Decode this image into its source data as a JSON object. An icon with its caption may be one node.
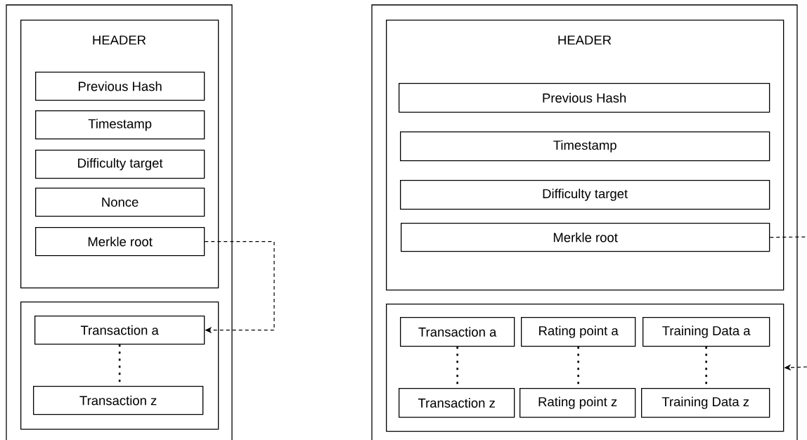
{
  "diagram": {
    "nodes": [
      {
        "text": [],
        "shape": "box"
      },
      {
        "text": [
          "HEADER"
        ],
        "in": 0
      },
      {
        "text": [
          "Previous Hash"
        ],
        "in": 1
      },
      {
        "text": [
          "Timestamp"
        ],
        "in": 1
      },
      {
        "text": [
          "Difficulty target"
        ],
        "in": 1
      },
      {
        "text": [
          "Nonce"
        ],
        "in": 1
      },
      {
        "text": [
          "Merkle root"
        ],
        "in": 1
      },
      {
        "text": [],
        "shape": "box",
        "in": 0
      },
      {
        "text": [
          "Transaction a"
        ],
        "in": 7
      },
      {
        "text": [
          "Transaction z"
        ],
        "in": 7
      },
      {
        "text": [],
        "shape": "box"
      },
      {
        "text": [
          "HEADER"
        ],
        "in": 10
      },
      {
        "text": [
          "Previous Hash"
        ],
        "in": 11
      },
      {
        "text": [
          "Timestamp"
        ],
        "in": 11
      },
      {
        "text": [
          "Difficulty target"
        ],
        "in": 11
      },
      {
        "text": [
          "Merkle root"
        ],
        "in": 11
      },
      {
        "text": [],
        "shape": "box",
        "in": 10
      },
      {
        "text": [
          "Transaction a"
        ],
        "in": 16
      },
      {
        "text": [
          "Rating point a"
        ],
        "in": 16
      },
      {
        "text": [
          "Training Data a"
        ],
        "in": 16
      },
      {
        "text": [
          "Transaction z"
        ],
        "in": 16
      },
      {
        "text": [
          "Rating point z"
        ],
        "in": 16
      },
      {
        "text": [
          "Training Data z"
        ],
        "in": 16
      }
    ],
    "edges": [
      {
        "from": 6,
        "to": 8,
        "arrow": "to",
        "style": "dashed"
      },
      {
        "from": 8,
        "to": 9,
        "arrow": "none",
        "style": "dashed"
      },
      {
        "from": 15,
        "to": null,
        "arrow": "none",
        "style": "dashed"
      },
      {
        "from": null,
        "to": 16,
        "arrow": "to",
        "style": "dashed"
      },
      {
        "from": 17,
        "to": 20,
        "arrow": "none",
        "style": "dashed"
      },
      {
        "from": 18,
        "to": 21,
        "arrow": "none",
        "style": "dashed"
      },
      {
        "from": 19,
        "to": 22,
        "arrow": "none",
        "style": "dashed"
      }
    ]
  }
}
